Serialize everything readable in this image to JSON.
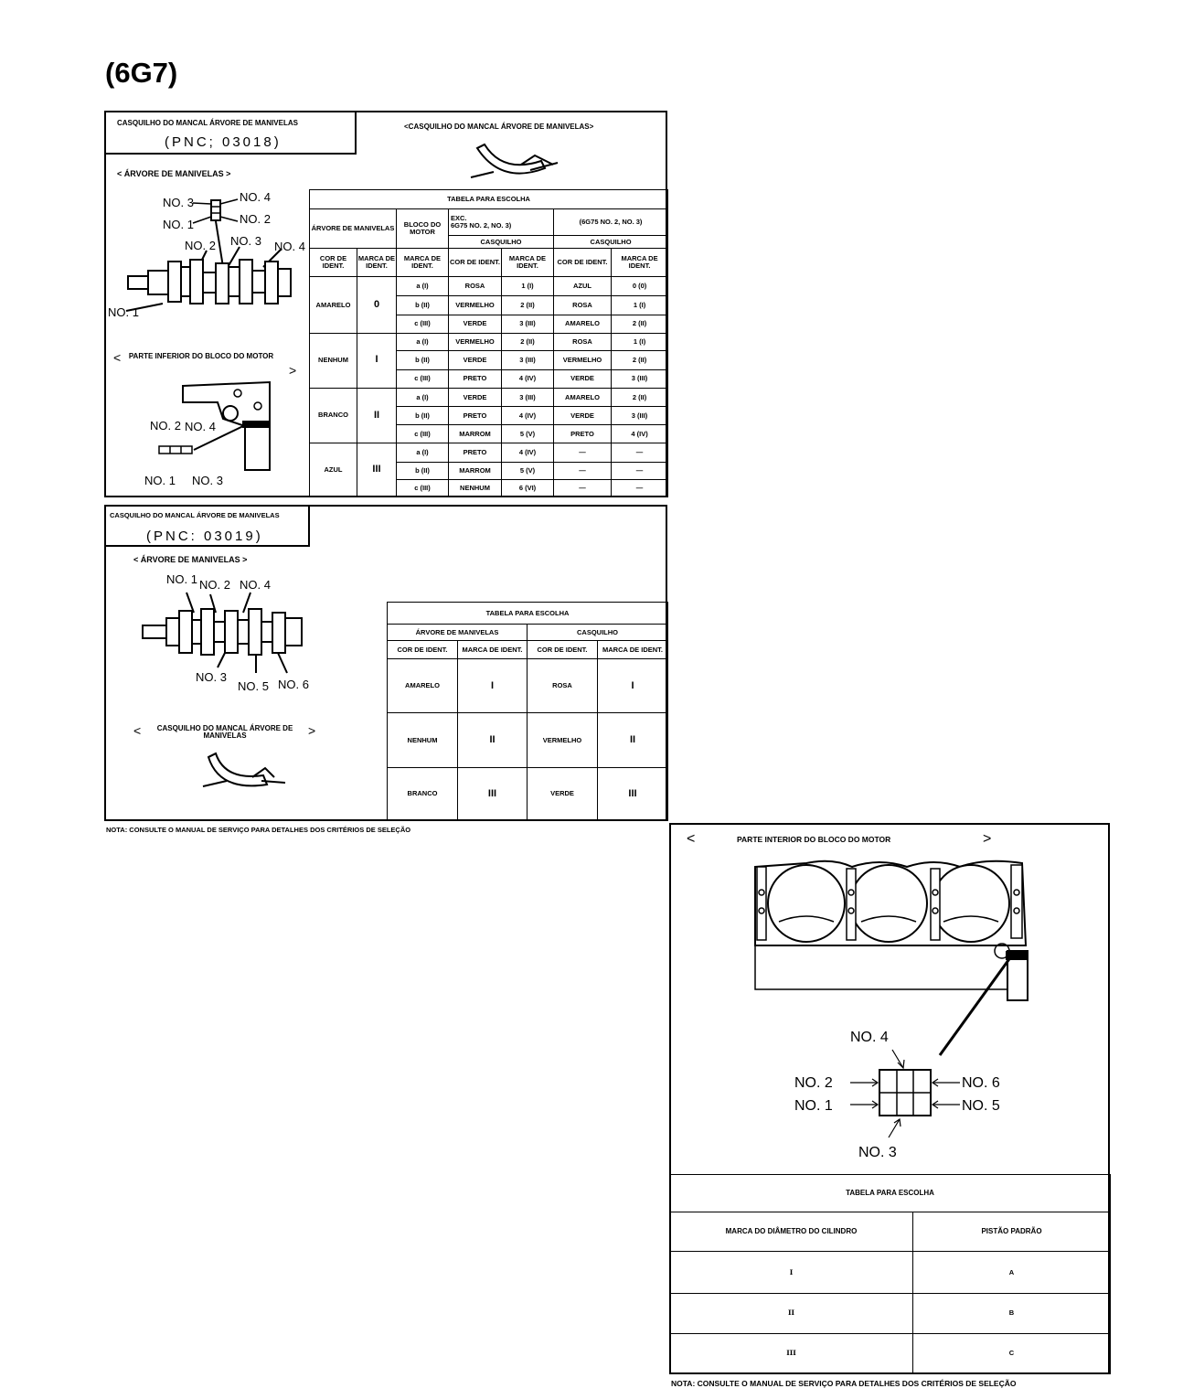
{
  "title": "(6G7)",
  "panel1": {
    "label_line1": "CASQUILHO DO MANCAL ÁRVORE DE MANIVELAS",
    "label_line2": "(PNC; 03018)",
    "bearing_title": "<CASQUILHO DO MANCAL ÁRVORE DE MANIVELAS>",
    "crank_title": "ÁRVORE DE MANIVELAS",
    "block_title": "PARTE INFERIOR DO BLOCO DO MOTOR",
    "crank_labels": [
      "NO. 3",
      "NO. 4",
      "NO. 1",
      "NO. 2",
      "NO. 2",
      "NO. 3",
      "NO. 4",
      "NO. 1"
    ],
    "block_labels": [
      "NO. 2",
      "NO. 4",
      "NO. 1",
      "NO. 3"
    ],
    "table": {
      "title": "TABELA PARA ESCOLHA",
      "h_crank": "ÁRVORE DE MANIVELAS",
      "h_block": "BLOCO DO MOTOR",
      "h_exc_1": "EXC.",
      "h_exc_2": "6G75 NO. 2, NO. 3)",
      "h_6g75": "(6G75 NO. 2, NO. 3)",
      "h_shell_a": "CASQUILHO",
      "h_shell_b": "CASQUILHO",
      "h_color": "COR DE IDENT.",
      "h_mark": "MARCA DE IDENT.",
      "h_block_mark": "MARCA DE IDENT.",
      "h_color2": "COR DE IDENT.",
      "h_mark2": "MARCA DE IDENT.",
      "h_color3": "COR DE IDENT.",
      "h_mark3": "MARCA DE IDENT.",
      "groups": [
        {
          "color": "AMARELO",
          "mark": "0",
          "rows": [
            [
              "a (I)",
              "ROSA",
              "1 (I)",
              "AZUL",
              "0 (0)"
            ],
            [
              "b (II)",
              "VERMELHO",
              "2 (II)",
              "ROSA",
              "1 (I)"
            ],
            [
              "c (III)",
              "VERDE",
              "3 (III)",
              "AMARELO",
              "2 (II)"
            ]
          ]
        },
        {
          "color": "NENHUM",
          "mark": "I",
          "rows": [
            [
              "a (I)",
              "VERMELHO",
              "2 (II)",
              "ROSA",
              "1 (I)"
            ],
            [
              "b (II)",
              "VERDE",
              "3 (III)",
              "VERMELHO",
              "2 (II)"
            ],
            [
              "c (III)",
              "PRETO",
              "4 (IV)",
              "VERDE",
              "3 (III)"
            ]
          ]
        },
        {
          "color": "BRANCO",
          "mark": "II",
          "rows": [
            [
              "a (I)",
              "VERDE",
              "3 (III)",
              "AMARELO",
              "2 (II)"
            ],
            [
              "b (II)",
              "PRETO",
              "4 (IV)",
              "VERDE",
              "3 (III)"
            ],
            [
              "c (III)",
              "MARROM",
              "5 (V)",
              "PRETO",
              "4 (IV)"
            ]
          ]
        },
        {
          "color": "AZUL",
          "mark": "III",
          "rows": [
            [
              "a (I)",
              "PRETO",
              "4 (IV)",
              "—",
              "—"
            ],
            [
              "b (II)",
              "MARROM",
              "5 (V)",
              "—",
              "—"
            ],
            [
              "c (III)",
              "NENHUM",
              "6 (VI)",
              "—",
              "—"
            ]
          ]
        }
      ]
    }
  },
  "panel2": {
    "label_line1": "CASQUILHO DO MANCAL ÁRVORE DE MANIVELAS",
    "label_line2": "(PNC: 03019)",
    "crank_title": "ÁRVORE DE MANIVELAS",
    "bearing_title": "CASQUILHO DO MANCAL ÁRVORE DE MANIVELAS",
    "crank_labels": [
      "NO. 1",
      "NO. 2",
      "NO. 4",
      "NO. 3",
      "NO. 5",
      "NO. 6"
    ],
    "table": {
      "title": "TABELA PARA ESCOLHA",
      "h_crank": "ÁRVORE DE MANIVELAS",
      "h_shell": "CASQUILHO",
      "h_color": "COR DE IDENT.",
      "h_mark": "MARCA DE IDENT.",
      "h_color2": "COR DE IDENT.",
      "h_mark2": "MARCA DE IDENT.",
      "rows": [
        [
          "AMARELO",
          "I",
          "ROSA",
          "I"
        ],
        [
          "NENHUM",
          "II",
          "VERMELHO",
          "II"
        ],
        [
          "BRANCO",
          "III",
          "VERDE",
          "III"
        ]
      ]
    },
    "note": "NOTA: CONSULTE O MANUAL DE SERVIÇO PARA DETALHES DOS CRITÉRIOS DE SELEÇÃO"
  },
  "panel3": {
    "block_title": "PARTE INTERIOR DO BLOCO DO MOTOR",
    "labels": {
      "no4": "NO. 4",
      "no2": "NO. 2",
      "no1": "NO. 1",
      "no6": "NO. 6",
      "no5": "NO. 5",
      "no3": "NO. 3"
    },
    "table": {
      "title": "TABELA PARA ESCOLHA",
      "h_mark": "MARCA DO DIÂMETRO DO CILINDRO",
      "h_piston": "PISTÃO PADRÃO",
      "rows": [
        [
          "I",
          "A"
        ],
        [
          "II",
          "B"
        ],
        [
          "III",
          "C"
        ]
      ]
    },
    "note": "NOTA: CONSULTE O MANUAL DE SERVIÇO PARA DETALHES DOS CRITÉRIOS DE SELEÇÃO"
  }
}
